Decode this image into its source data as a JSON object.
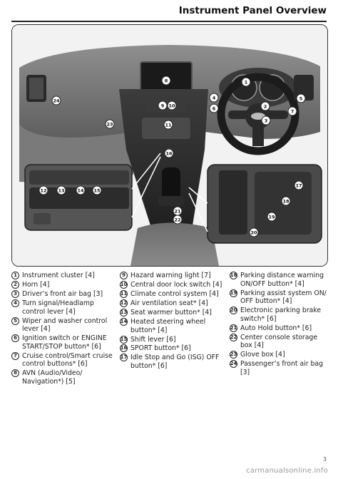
{
  "header": {
    "title": "Instrument Panel Overview"
  },
  "figure": {
    "markers": [
      "1",
      "2",
      "3",
      "4",
      "5",
      "6",
      "7",
      "8",
      "9",
      "10",
      "11",
      "12",
      "13",
      "14",
      "15",
      "16",
      "17",
      "18",
      "19",
      "20",
      "21",
      "22",
      "23",
      "24"
    ]
  },
  "legend": {
    "items": [
      {
        "num": "1",
        "text": "Instrument cluster [4]"
      },
      {
        "num": "2",
        "text": "Horn [4]"
      },
      {
        "num": "3",
        "text": "Driver’s front air bag [3]"
      },
      {
        "num": "4",
        "text": "Turn signal/Headlamp control lever [4]"
      },
      {
        "num": "5",
        "text": "Wiper and washer control lever [4]"
      },
      {
        "num": "6",
        "text": "Ignition switch or ENGINE START/STOP button* [6]"
      },
      {
        "num": "7",
        "text": "Cruise control/Smart cruise control buttons* [6]"
      },
      {
        "num": "8",
        "text": "AVN (Audio/Video/ Navigation*) [5]"
      },
      {
        "num": "9",
        "text": "Hazard warning light [7]"
      },
      {
        "num": "10",
        "text": "Central door lock switch [4]"
      },
      {
        "num": "11",
        "text": "Climate control system [4]"
      },
      {
        "num": "12",
        "text": "Air ventilation seat* [4]"
      },
      {
        "num": "13",
        "text": "Seat warmer button* [4]"
      },
      {
        "num": "14",
        "text": "Heated steering wheel button* [4]"
      },
      {
        "num": "15",
        "text": "Shift lever [6]"
      },
      {
        "num": "16",
        "text": "SPORT button* [6]"
      },
      {
        "num": "17",
        "text": "Idle Stop and Go (ISG) OFF button* [6]"
      },
      {
        "num": "18",
        "text": "Parking distance warning ON/OFF button* [4]"
      },
      {
        "num": "19",
        "text": "Parking assist system ON/ OFF button* [4]"
      },
      {
        "num": "20",
        "text": "Electronic parking brake switch* [6]"
      },
      {
        "num": "21",
        "text": "Auto Hold button* [6]"
      },
      {
        "num": "22",
        "text": "Center console storage box [4]"
      },
      {
        "num": "23",
        "text": "Glove box [4]"
      },
      {
        "num": "24",
        "text": "Passenger’s front air bag [3]"
      }
    ]
  },
  "footer": {
    "page": "3",
    "watermark": "carmanualsonline.info"
  }
}
